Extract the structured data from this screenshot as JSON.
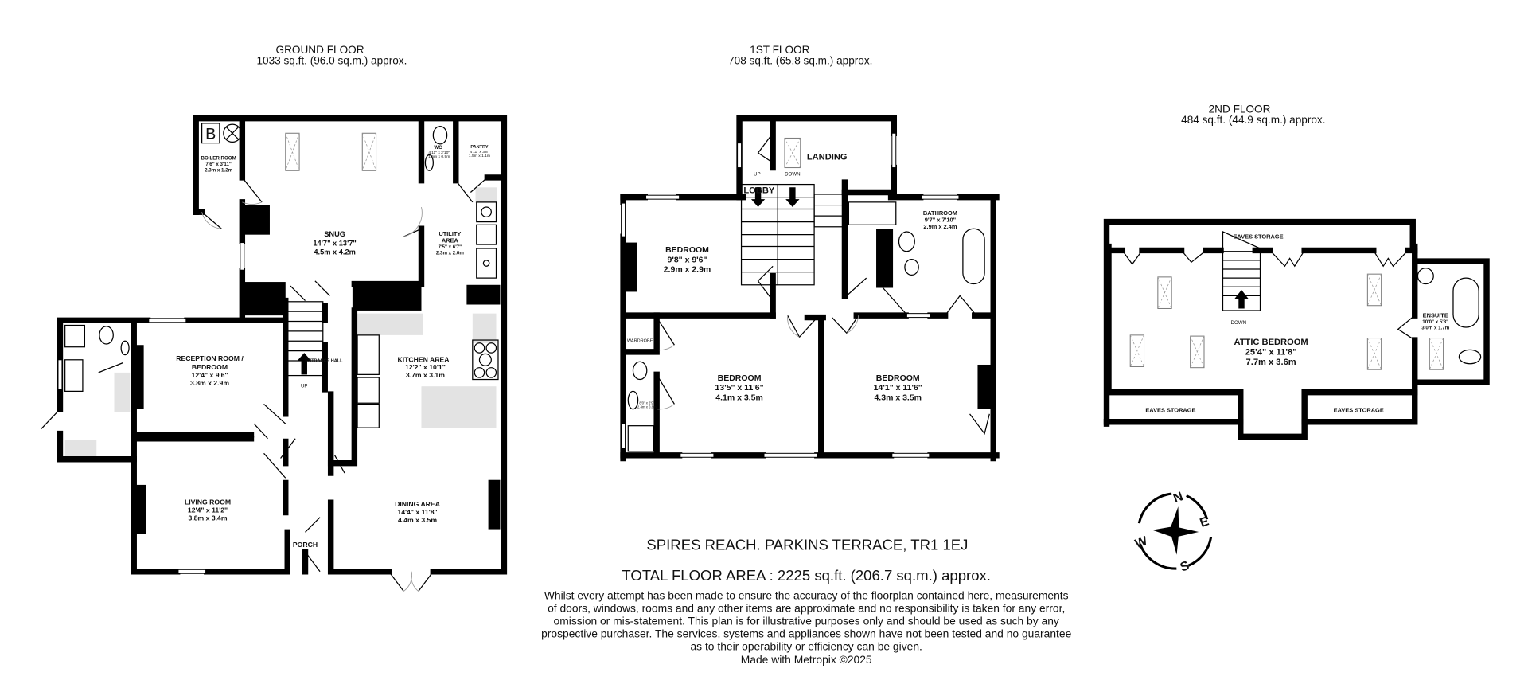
{
  "floors": {
    "ground": {
      "title": "GROUND FLOOR",
      "area": "1033 sq.ft. (96.0 sq.m.) approx.",
      "rooms": {
        "boiler": {
          "name": "BOILER ROOM",
          "dim_imperial": "7'6\"  x 3'11\"",
          "dim_metric": "2.3m  x 1.2m"
        },
        "snug": {
          "name": "SNUG",
          "dim_imperial": "14'7\"  x 13'7\"",
          "dim_metric": "4.5m  x 4.2m"
        },
        "wc": {
          "name": "WC",
          "dim_imperial": "4'11\"  x 2'10\"",
          "dim_metric": "1.5m  x 0.9m"
        },
        "pantry": {
          "name": "PANTRY",
          "dim_imperial": "4'11\"  x 3'8\"",
          "dim_metric": "1.5m  x 1.1m"
        },
        "utility": {
          "name1": "UTILITY",
          "name2": "AREA",
          "dim_imperial": "7'5\"  x 6'7\"",
          "dim_metric": "2.3m  x 2.0m"
        },
        "reception": {
          "name1": "RECEPTION ROOM /",
          "name2": "BEDROOM",
          "dim_imperial": "12'4\"  x 9'6\"",
          "dim_metric": "3.8m  x 2.9m"
        },
        "entrance_hall": {
          "name": "ENTRANCE HALL",
          "stair_label": "UP"
        },
        "kitchen": {
          "name": "KITCHEN AREA",
          "dim_imperial": "12'2\"  x 10'1\"",
          "dim_metric": "3.7m  x 3.1m"
        },
        "living": {
          "name": "LIVING ROOM",
          "dim_imperial": "12'4\"  x 11'2\"",
          "dim_metric": "3.8m  x 3.4m"
        },
        "dining": {
          "name": "DINING AREA",
          "dim_imperial": "14'4\"  x 11'8\"",
          "dim_metric": "4.4m  x 3.5m"
        },
        "porch": {
          "name": "PORCH"
        }
      },
      "boiler_symbol": "B"
    },
    "first": {
      "title": "1ST FLOOR",
      "area": "708 sq.ft. (65.8 sq.m.) approx.",
      "rooms": {
        "landing": {
          "name": "LANDING",
          "up": "UP",
          "down": "DOWN"
        },
        "lobby": {
          "name": "LOBBY"
        },
        "bedroom1": {
          "name": "BEDROOM",
          "dim_imperial": "9'8\"  x 9'6\"",
          "dim_metric": "2.9m  x 2.9m"
        },
        "bathroom": {
          "name": "BATHROOM",
          "dim_imperial": "9'7\"  x 7'10\"",
          "dim_metric": "2.9m  x 2.4m"
        },
        "wardrobe": {
          "name": "WARDROBE"
        },
        "shower": {
          "dim_imperial": "8'0\"  x 2'9\"",
          "dim_metric": "2.4m  x 0.8m"
        },
        "bedroom2": {
          "name": "BEDROOM",
          "dim_imperial": "13'5\"  x 11'6\"",
          "dim_metric": "4.1m  x 3.5m"
        },
        "bedroom3": {
          "name": "BEDROOM",
          "dim_imperial": "14'1\"  x 11'6\"",
          "dim_metric": "4.3m  x 3.5m"
        }
      }
    },
    "second": {
      "title": "2ND FLOOR",
      "area": "484 sq.ft. (44.9 sq.m.) approx.",
      "rooms": {
        "eaves_top": {
          "name": "EAVES STORAGE"
        },
        "attic": {
          "name": "ATTIC BEDROOM",
          "dim_imperial": "25'4\"  x 11'8\"",
          "dim_metric": "7.7m  x 3.6m",
          "stair_label": "DOWN"
        },
        "ensuite": {
          "name": "ENSUITE",
          "dim_imperial": "10'0\"  x 5'8\"",
          "dim_metric": "3.0m  x 1.7m"
        },
        "eaves_left": {
          "name": "EAVES STORAGE"
        },
        "eaves_right": {
          "name": "EAVES STORAGE"
        }
      }
    }
  },
  "compass": {
    "n": "N",
    "e": "E",
    "s": "S",
    "w": "W"
  },
  "address": "SPIRES REACH. PARKINS TERRACE, TR1 1EJ",
  "total_area": "TOTAL FLOOR AREA : 2225 sq.ft. (206.7 sq.m.) approx.",
  "disclaimer": [
    "Whilst every attempt has been made to ensure the accuracy of the floorplan contained here, measurements",
    "of doors, windows, rooms and any other items are approximate and no responsibility is taken for any error,",
    "omission or mis-statement. This plan is for illustrative purposes only and should be used as such by any",
    "prospective purchaser. The services, systems and appliances shown have not been tested and no guarantee",
    "as to their operability or efficiency can be given."
  ],
  "credit": "Made with Metropix ©2025"
}
